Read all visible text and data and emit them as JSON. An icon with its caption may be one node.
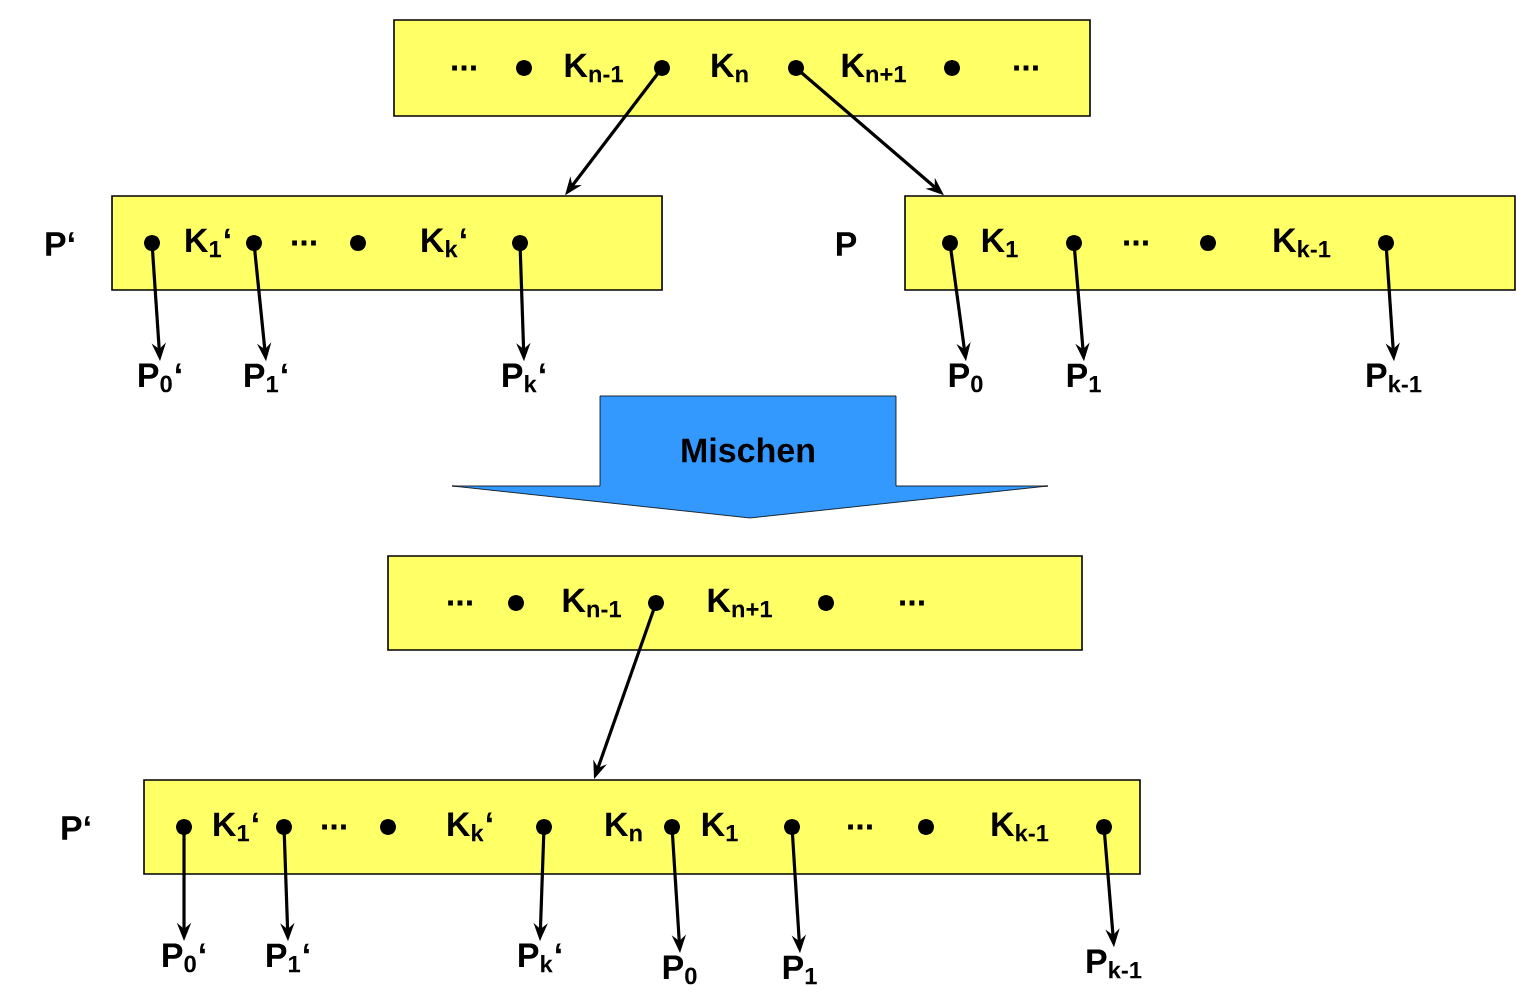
{
  "diagram": {
    "nodes": [
      {
        "text": [
          "...",
          "K$_{n-1}$",
          "K$_{n}$",
          "K$_{n+1}$",
          "..."
        ]
      },
      {
        "text": [],
        "shape": "circle",
        "in": 0
      },
      {
        "text": [],
        "shape": "circle",
        "in": 0
      },
      {
        "text": [],
        "shape": "circle",
        "in": 0
      },
      {
        "text": [],
        "shape": "circle",
        "in": 0
      },
      {
        "text": [
          "K$_{1}$‘",
          "...",
          "K$_{k}$‘"
        ],
        "beside": [
          "P‘"
        ]
      },
      {
        "text": [],
        "shape": "circle",
        "in": 5
      },
      {
        "text": [],
        "shape": "circle",
        "in": 5
      },
      {
        "text": [],
        "shape": "circle",
        "in": 5
      },
      {
        "text": [],
        "shape": "circle",
        "in": 5
      },
      {
        "text": [
          "K$_{1}$",
          "...",
          "K$_{k-1}$"
        ],
        "beside": [
          "P"
        ]
      },
      {
        "text": [],
        "shape": "circle",
        "in": 10
      },
      {
        "text": [],
        "shape": "circle",
        "in": 10
      },
      {
        "text": [],
        "shape": "circle",
        "in": 10
      },
      {
        "text": [],
        "shape": "circle",
        "in": 10
      },
      {
        "text": [
          "P$_{0}$‘"
        ]
      },
      {
        "text": [
          "P$_{1}$‘"
        ]
      },
      {
        "text": [
          "P$_{k}$‘"
        ]
      },
      {
        "text": [
          "P$_{0}$"
        ]
      },
      {
        "text": [
          "P$_{1}$"
        ]
      },
      {
        "text": [
          "P$_{k-1}$"
        ]
      },
      {
        "text": [
          "Mischen"
        ]
      },
      {
        "text": [
          "...",
          "K$_{n-1}$",
          "K$_{n+1}$",
          "..."
        ]
      },
      {
        "text": [],
        "shape": "circle",
        "in": 22
      },
      {
        "text": [],
        "shape": "circle",
        "in": 22
      },
      {
        "text": [],
        "shape": "circle",
        "in": 22
      },
      {
        "text": [
          "K$_{1}$‘",
          "...",
          "K$_{k}$‘",
          "K$_{n}$",
          "K$_{1}$",
          "...",
          "K$_{k-1}$"
        ],
        "beside": [
          "P‘"
        ]
      },
      {
        "text": [],
        "shape": "circle",
        "in": 26
      },
      {
        "text": [],
        "shape": "circle",
        "in": 26
      },
      {
        "text": [],
        "shape": "circle",
        "in": 26
      },
      {
        "text": [],
        "shape": "circle",
        "in": 26
      },
      {
        "text": [],
        "shape": "circle",
        "in": 26
      },
      {
        "text": [],
        "shape": "circle",
        "in": 26
      },
      {
        "text": [],
        "shape": "circle",
        "in": 26
      },
      {
        "text": [],
        "shape": "circle",
        "in": 26
      },
      {
        "text": [
          "P$_{0}$‘"
        ]
      },
      {
        "text": [
          "P$_{1}$‘"
        ]
      },
      {
        "text": [
          "P$_{k}$‘"
        ]
      },
      {
        "text": [
          "P$_{0}$"
        ]
      },
      {
        "text": [
          "P$_{1}$"
        ]
      },
      {
        "text": [
          "P$_{k-1}$"
        ]
      }
    ],
    "edges": [
      {
        "from": 2,
        "to": 5,
        "arrow": "to"
      },
      {
        "from": 3,
        "to": 10,
        "arrow": "to"
      },
      {
        "from": 6,
        "to": 15,
        "arrow": "to"
      },
      {
        "from": 7,
        "to": 16,
        "arrow": "to"
      },
      {
        "from": 9,
        "to": 17,
        "arrow": "to"
      },
      {
        "from": 11,
        "to": 18,
        "arrow": "to"
      },
      {
        "from": 12,
        "to": 19,
        "arrow": "to"
      },
      {
        "from": 14,
        "to": 20,
        "arrow": "to"
      },
      {
        "from": 24,
        "to": 26,
        "arrow": "to"
      },
      {
        "from": 27,
        "to": 35,
        "arrow": "to"
      },
      {
        "from": 28,
        "to": 36,
        "arrow": "to"
      },
      {
        "from": 30,
        "to": 37,
        "arrow": "to"
      },
      {
        "from": 31,
        "to": 38,
        "arrow": "to"
      },
      {
        "from": 32,
        "to": 39,
        "arrow": "to"
      },
      {
        "from": 34,
        "to": 40,
        "arrow": "to"
      }
    ]
  }
}
